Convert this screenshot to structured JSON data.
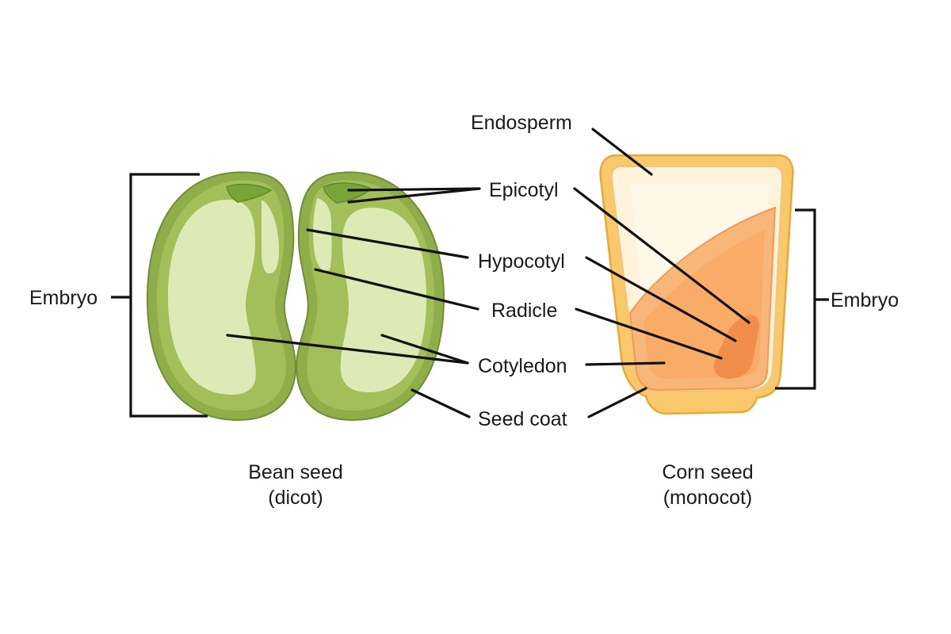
{
  "labels": {
    "endosperm": "Endosperm",
    "epicotyl": "Epicotyl",
    "hypocotyl": "Hypocotyl",
    "radicle": "Radicle",
    "cotyledon": "Cotyledon",
    "seed_coat": "Seed coat",
    "embryo_left": "Embryo",
    "embryo_right": "Embryo"
  },
  "captions": {
    "bean_line1": "Bean seed",
    "bean_line2": "(dicot)",
    "corn_line1": "Corn seed",
    "corn_line2": "(monocot)"
  },
  "colors": {
    "bean_coat": "#8fae4a",
    "bean_fill": "#a3bf5a",
    "bean_cotyledon": "#dcebb5",
    "corn_coat": "#f8c86a",
    "corn_endosperm": "#fff3dc",
    "corn_embryo": "#f7a862",
    "corn_embryo_dark": "#f08a45"
  }
}
